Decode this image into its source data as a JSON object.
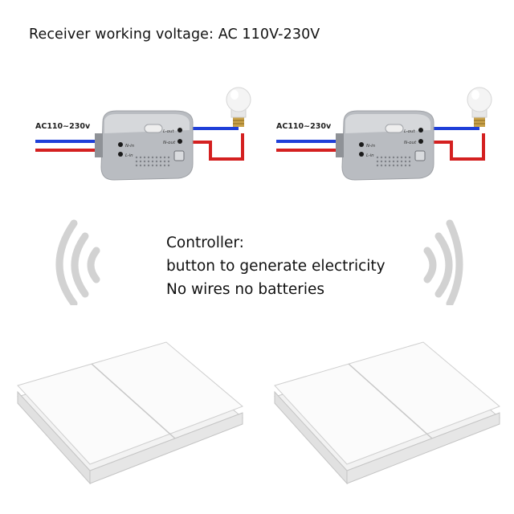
{
  "headline": "Receiver working voltage: AC 110V-230V",
  "receivers": [
    {
      "ac_label": "AC110~230v",
      "terminals": {
        "l_out": "L-out",
        "n_out": "N-out",
        "n_in": "N-in",
        "l_in": "L-in"
      }
    },
    {
      "ac_label": "AC110~230v",
      "terminals": {
        "l_out": "L-out",
        "n_out": "N-out",
        "n_in": "N-in",
        "l_in": "L-in"
      }
    }
  ],
  "controller": {
    "line1": "Controller:",
    "line2": "button to generate electricity",
    "line3": "No wires  no batteries"
  },
  "colors": {
    "wire_blue": "#1f3fd8",
    "wire_red": "#d42020",
    "receiver_body": "#b9bcc1",
    "wave": "#d2d2d2",
    "switch_face": "#fbfbfb"
  }
}
